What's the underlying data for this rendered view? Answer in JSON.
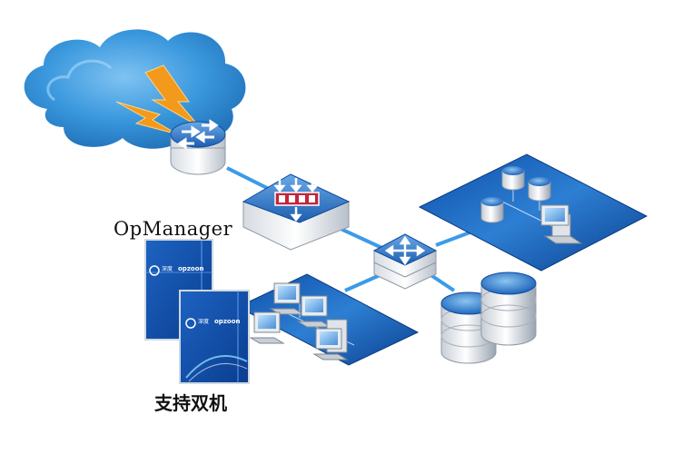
{
  "labels": {
    "product_name": "OpManager",
    "dual_machine_support": "支持双机"
  },
  "boxes": [
    {
      "brand_cn": "深度",
      "brand": "opzoon"
    },
    {
      "brand_cn": "深度",
      "brand": "opzoon"
    }
  ],
  "icons": {
    "cloud": "internet-cloud-icon",
    "lightning": "lightning-bolt-icon",
    "router": "router-icon",
    "firewall": "security-gateway-icon",
    "core_switch": "core-switch-icon",
    "database": "database-cylinder-icon",
    "workstation": "workstation-icon",
    "server": "server-tower-icon"
  },
  "colors": {
    "cloud": "#2f8fd8",
    "link": "#3b9be8",
    "platform": "#1a5fb4",
    "device_top": "#4a8fd6",
    "gateway_panel": "#c4243a",
    "lightning": "#f39a1c"
  }
}
